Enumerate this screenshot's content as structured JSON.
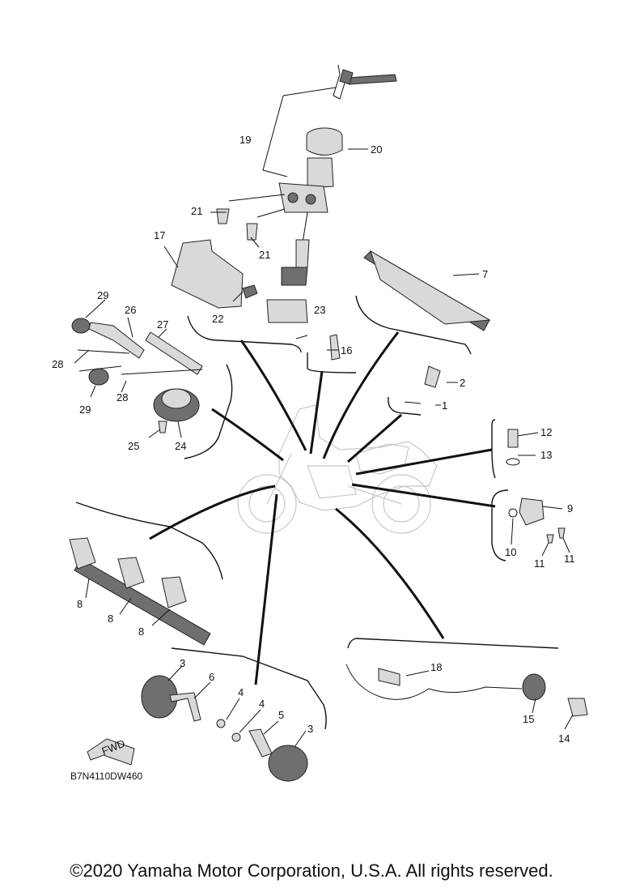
{
  "diagram_code": "B7N4110DW460",
  "copyright": "©2020 Yamaha Motor Corporation, U.S.A. All rights reserved.",
  "fwd_label": "FWD",
  "callouts": {
    "c1": "1",
    "c2": "2",
    "c3a": "3",
    "c3b": "3",
    "c4a": "4",
    "c4b": "4",
    "c5": "5",
    "c6": "6",
    "c7": "7",
    "c8a": "8",
    "c8b": "8",
    "c8c": "8",
    "c9": "9",
    "c10": "10",
    "c11a": "11",
    "c11b": "11",
    "c12": "12",
    "c13": "13",
    "c14": "14",
    "c15": "15",
    "c16": "16",
    "c17": "17",
    "c18": "18",
    "c19": "19",
    "c20": "20",
    "c21a": "21",
    "c21b": "21",
    "c22": "22",
    "c23": "23",
    "c24": "24",
    "c25": "25",
    "c26": "26",
    "c27": "27",
    "c28a": "28",
    "c28b": "28",
    "c29a": "29",
    "c29b": "29"
  }
}
